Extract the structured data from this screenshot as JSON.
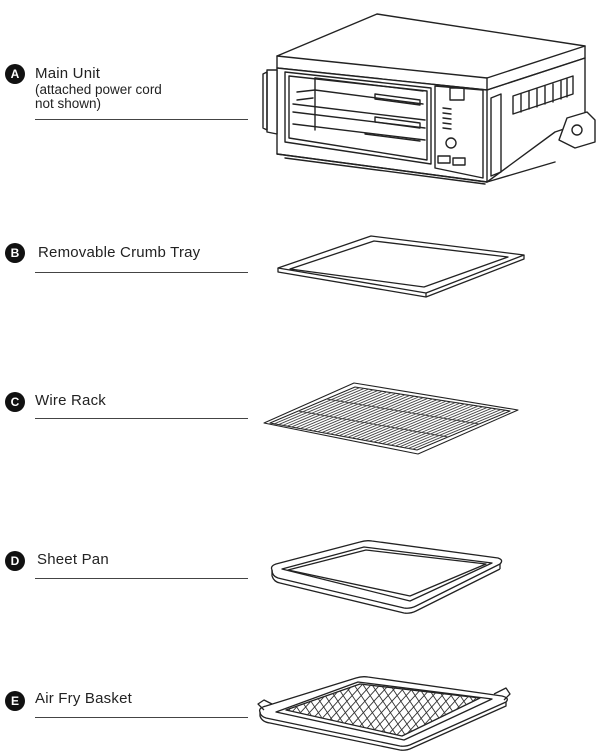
{
  "parts": [
    {
      "letter": "A",
      "name": "Main Unit",
      "note": [
        "(attached power cord",
        "not shown)"
      ]
    },
    {
      "letter": "B",
      "name": "Removable Crumb Tray"
    },
    {
      "letter": "C",
      "name": "Wire Rack"
    },
    {
      "letter": "D",
      "name": "Sheet Pan"
    },
    {
      "letter": "E",
      "name": "Air Fry Basket"
    }
  ]
}
